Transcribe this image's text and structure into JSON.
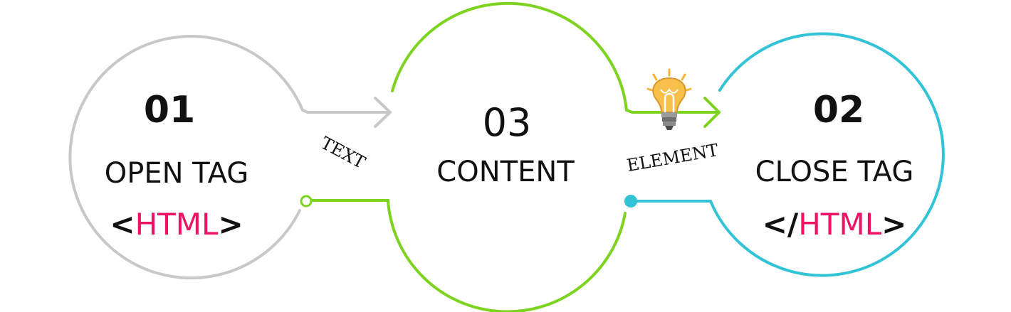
{
  "colors": {
    "open": "#c8c8c8",
    "content": "#7ed321",
    "close": "#33c3d6",
    "tag_accent": "#ee1166",
    "text": "#111111",
    "bulb": "#f5b335"
  },
  "steps": {
    "open": {
      "number": "01",
      "label": "OPEN TAG",
      "tag_prefix": "<",
      "tag_name": "HTML",
      "tag_suffix": ">"
    },
    "content": {
      "number": "03",
      "label": "CONTENT"
    },
    "close": {
      "number": "02",
      "label": "CLOSE TAG",
      "tag_prefix": "</",
      "tag_name": "HTML",
      "tag_suffix": ">"
    }
  },
  "connectors": {
    "left_label": "TEXT",
    "right_label": "ELEMENT"
  },
  "icons": {
    "bulb": "lightbulb-icon"
  }
}
